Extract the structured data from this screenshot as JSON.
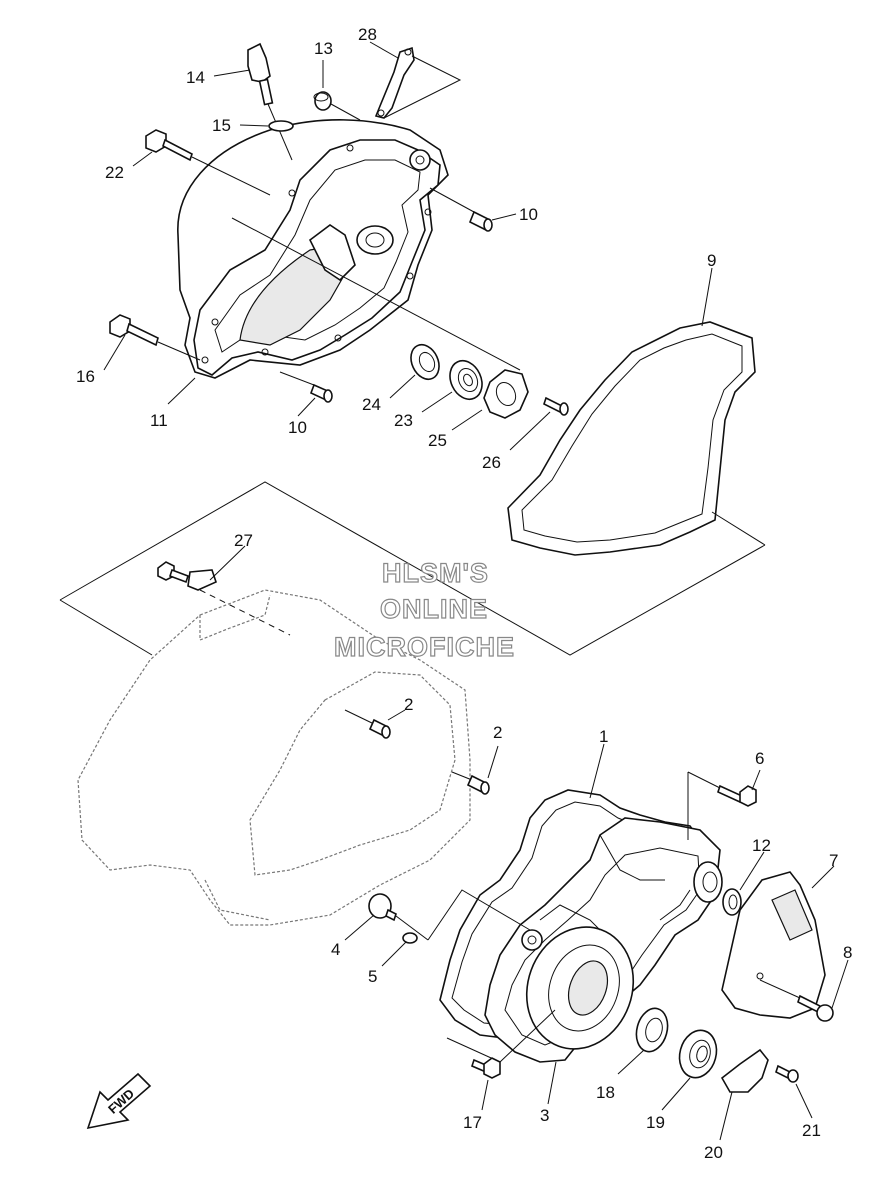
{
  "watermark": {
    "line1": "HLSM'S",
    "line2": "ONLINE",
    "line3": "MICROFICHE"
  },
  "fwd_label": "FWD",
  "callouts": {
    "c1": "1",
    "c2a": "2",
    "c2b": "2",
    "c3": "3",
    "c4": "4",
    "c5": "5",
    "c6": "6",
    "c7": "7",
    "c8": "8",
    "c9": "9",
    "c10a": "10",
    "c10b": "10",
    "c11": "11",
    "c12": "12",
    "c13": "13",
    "c14": "14",
    "c15": "15",
    "c16": "16",
    "c17": "17",
    "c18": "18",
    "c19": "19",
    "c20": "20",
    "c21": "21",
    "c22": "22",
    "c23": "23",
    "c24": "24",
    "c25": "25",
    "c26": "26",
    "c27": "27",
    "c28": "28"
  }
}
